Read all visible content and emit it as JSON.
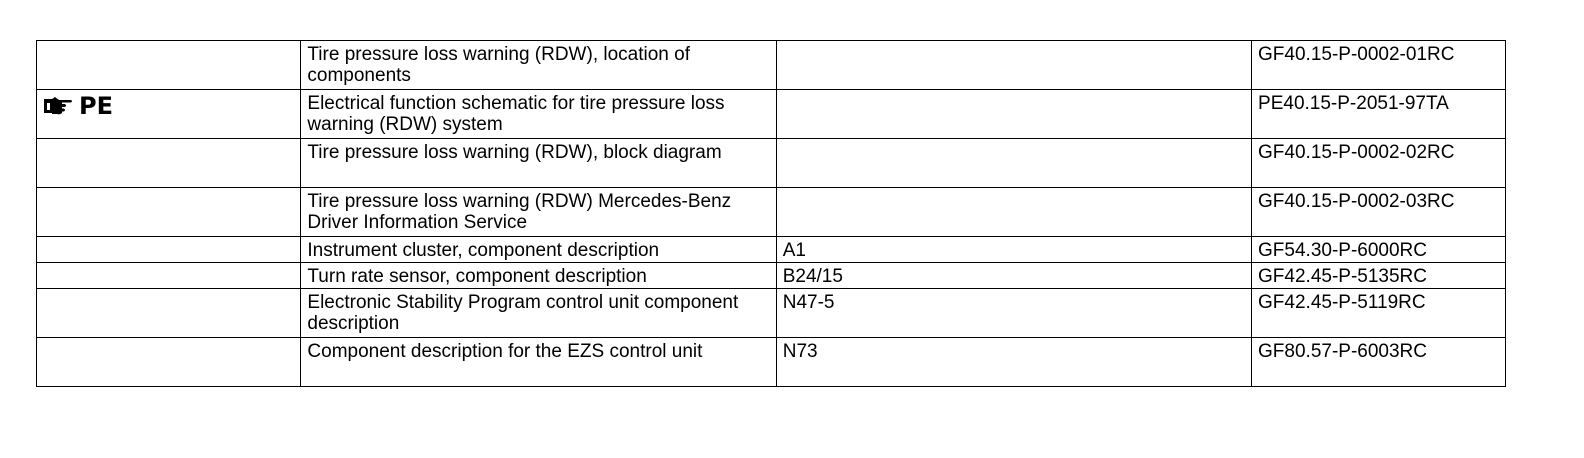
{
  "table": {
    "rows": [
      {
        "marker": "",
        "title": "Tire pressure loss warning (RDW), location of components",
        "code": "",
        "doc": "GF40.15-P-0002-01RC"
      },
      {
        "marker": "PE",
        "title": "Electrical function schematic for tire pressure loss warning (RDW) system",
        "code": "",
        "doc": "PE40.15-P-2051-97TA"
      },
      {
        "marker": "",
        "title": "Tire pressure loss warning (RDW), block diagram",
        "code": "",
        "doc": "GF40.15-P-0002-02RC"
      },
      {
        "marker": "",
        "title": "Tire pressure loss warning (RDW) Mercedes-Benz Driver Information Service",
        "code": "",
        "doc": "GF40.15-P-0002-03RC"
      },
      {
        "marker": "",
        "title": "Instrument cluster, component description",
        "code": "A1",
        "doc": "GF54.30-P-6000RC"
      },
      {
        "marker": "",
        "title": "Turn rate sensor, component description",
        "code": "B24/15",
        "doc": "GF42.45-P-5135RC"
      },
      {
        "marker": "",
        "title": "Electronic Stability Program control unit component description",
        "code": "N47-5",
        "doc": "GF42.45-P-5119RC"
      },
      {
        "marker": "",
        "title": "Component description for the EZS control unit",
        "code": "N73",
        "doc": "GF80.57-P-6003RC"
      }
    ]
  },
  "icons": {
    "pe_marker": "pointing-hand-icon"
  }
}
